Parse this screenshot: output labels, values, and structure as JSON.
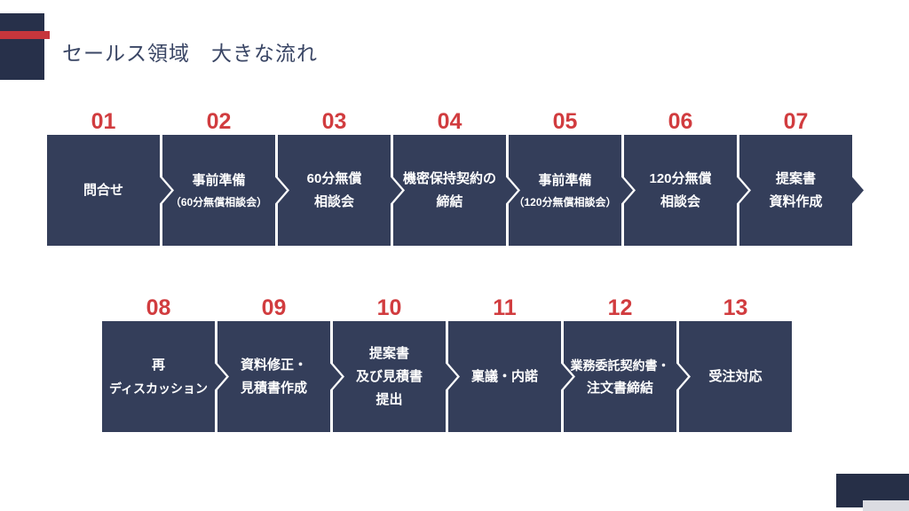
{
  "title": "セールス領域　大きな流れ",
  "colors": {
    "box_navy": "#343E5A",
    "number_red": "#D13C3F",
    "accent_red_bar": "#C5363C",
    "corner_navy": "#262F47",
    "corner_gray": "#DBDCE2",
    "title_navy": "#3A4665"
  },
  "flow": {
    "rows": [
      {
        "steps": [
          {
            "number": "01",
            "lines": [
              "問合せ"
            ]
          },
          {
            "number": "02",
            "lines": [
              "事前準備",
              "（60分無償相談会）"
            ]
          },
          {
            "number": "03",
            "lines": [
              "60分無償",
              "相談会"
            ]
          },
          {
            "number": "04",
            "lines": [
              "機密保持契約の",
              "締結"
            ]
          },
          {
            "number": "05",
            "lines": [
              "事前準備",
              "（120分無償相談会）"
            ]
          },
          {
            "number": "06",
            "lines": [
              "120分無償",
              "相談会"
            ]
          },
          {
            "number": "07",
            "lines": [
              "提案書",
              "資料作成"
            ]
          }
        ]
      },
      {
        "steps": [
          {
            "number": "08",
            "lines": [
              "再",
              "ディスカッション"
            ]
          },
          {
            "number": "09",
            "lines": [
              "資料修正・",
              "見積書作成"
            ]
          },
          {
            "number": "10",
            "lines": [
              "提案書",
              "及び見積書",
              "提出"
            ]
          },
          {
            "number": "11",
            "lines": [
              "稟議・内諾"
            ]
          },
          {
            "number": "12",
            "lines": [
              "業務委託契約書・",
              "注文書締結"
            ]
          },
          {
            "number": "13",
            "lines": [
              "受注対応"
            ]
          }
        ]
      }
    ]
  }
}
